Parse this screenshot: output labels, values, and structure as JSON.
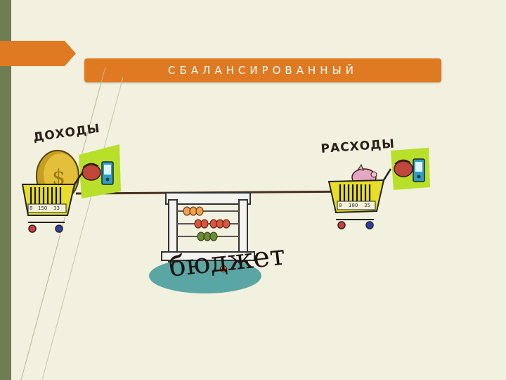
{
  "title": "СБАЛАНСИРОВАННЫЙ",
  "labels": {
    "income": "ДОХОДЫ",
    "expenses": "РАСХОДЫ",
    "budget": "бюджет"
  },
  "prices": {
    "left": [
      "8",
      "150",
      "33"
    ],
    "right": [
      "8",
      "180",
      "35"
    ]
  },
  "colors": {
    "background": "#f2f0de",
    "sidebar": "#6f7d52",
    "accent": "#e07a22",
    "banner_text": "#ffffff",
    "cart_yellow": "#e8de28",
    "clip_green": "#b8e02a",
    "budget_oval": "#5aa6a4"
  },
  "icons": [
    "coin-icon",
    "shopping-cart-icon",
    "calculator-icon",
    "abacus-icon",
    "piggy-bank-icon",
    "hand-icon"
  ]
}
